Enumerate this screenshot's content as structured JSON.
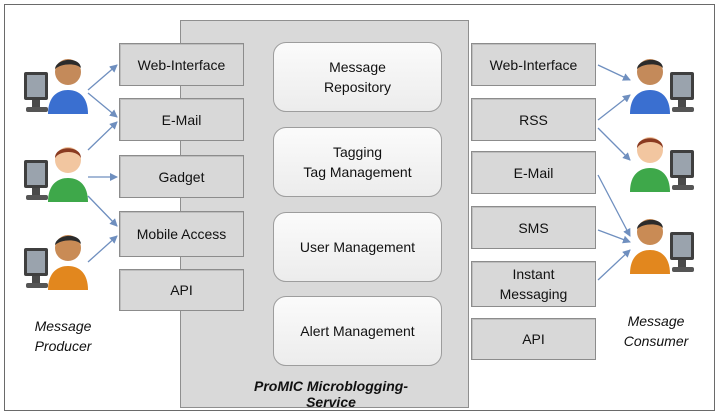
{
  "service": {
    "title": "ProMIC Microblogging-Service"
  },
  "producer_label": "Message\nProducer",
  "consumer_label": "Message\nConsumer",
  "left_channels": [
    "Web-Interface",
    "E-Mail",
    "Gadget",
    "Mobile Access",
    "API"
  ],
  "right_channels": [
    "Web-Interface",
    "RSS",
    "E-Mail",
    "SMS",
    "Instant\nMessaging",
    "API"
  ],
  "center_components": [
    "Message\nRepository",
    "Tagging\nTag Management",
    "User Management",
    "Alert Management"
  ],
  "colors": {
    "service_fill": "#d9d9d9",
    "channel_fill": "#d8d8d8",
    "arrow": "#6f8fbf",
    "person_blue": "#3a6fd0",
    "person_green": "#3ea84a",
    "person_orange": "#e2871e"
  },
  "icons": [
    "person-with-computer-icon"
  ]
}
